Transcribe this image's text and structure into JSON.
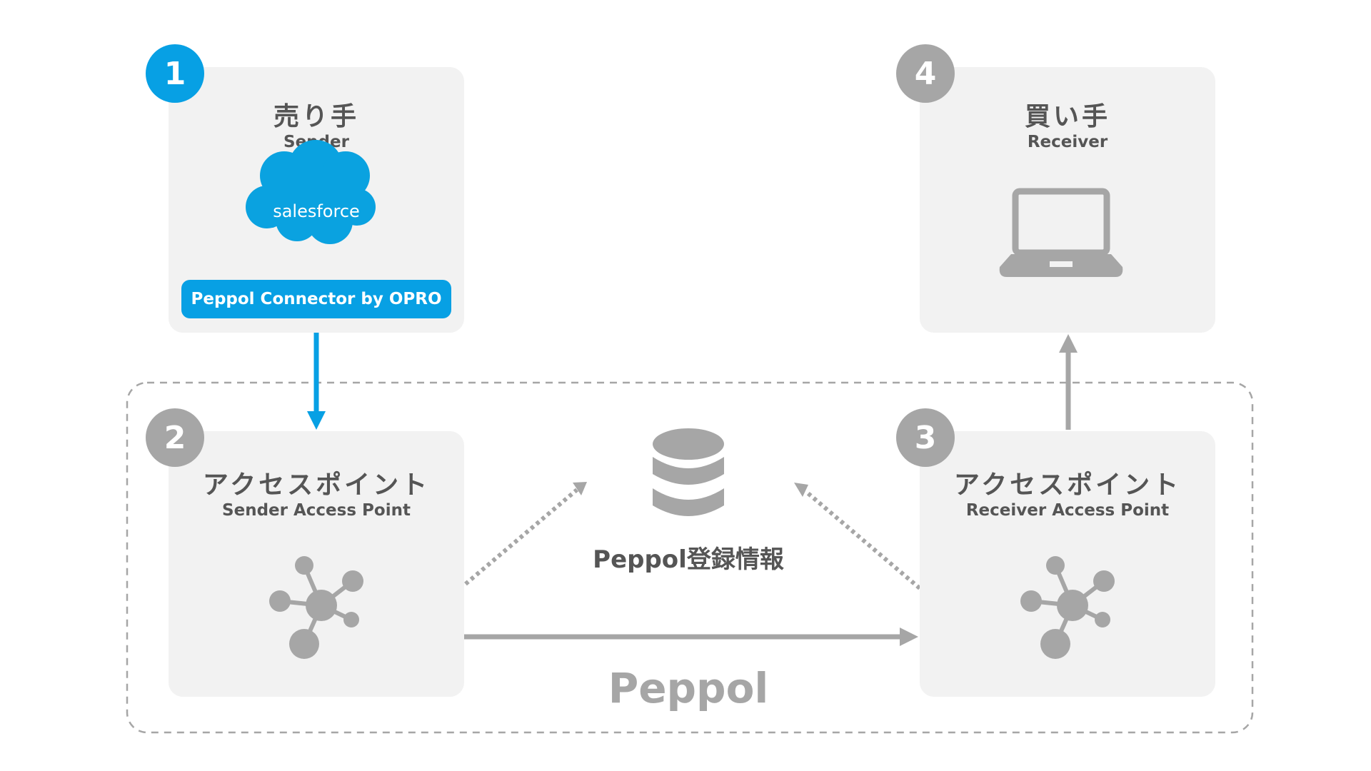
{
  "nodes": {
    "sender": {
      "number": "1",
      "title": "売り手",
      "subtitle": "Sender",
      "logo_text": "salesforce",
      "connector": "Peppol Connector by OPRO"
    },
    "sender_ap": {
      "number": "2",
      "title": "アクセスポイント",
      "subtitle": "Sender Access Point"
    },
    "receiver_ap": {
      "number": "3",
      "title": "アクセスポイント",
      "subtitle": "Receiver Access Point"
    },
    "receiver": {
      "number": "4",
      "title": "買い手",
      "subtitle": "Receiver"
    }
  },
  "registry": {
    "label": "Peppol登録情報"
  },
  "network": {
    "label": "Peppol"
  },
  "colors": {
    "accent": "#07a0e4",
    "gray": "#a6a6a6",
    "box": "#f2f2f2",
    "text": "#555555"
  }
}
